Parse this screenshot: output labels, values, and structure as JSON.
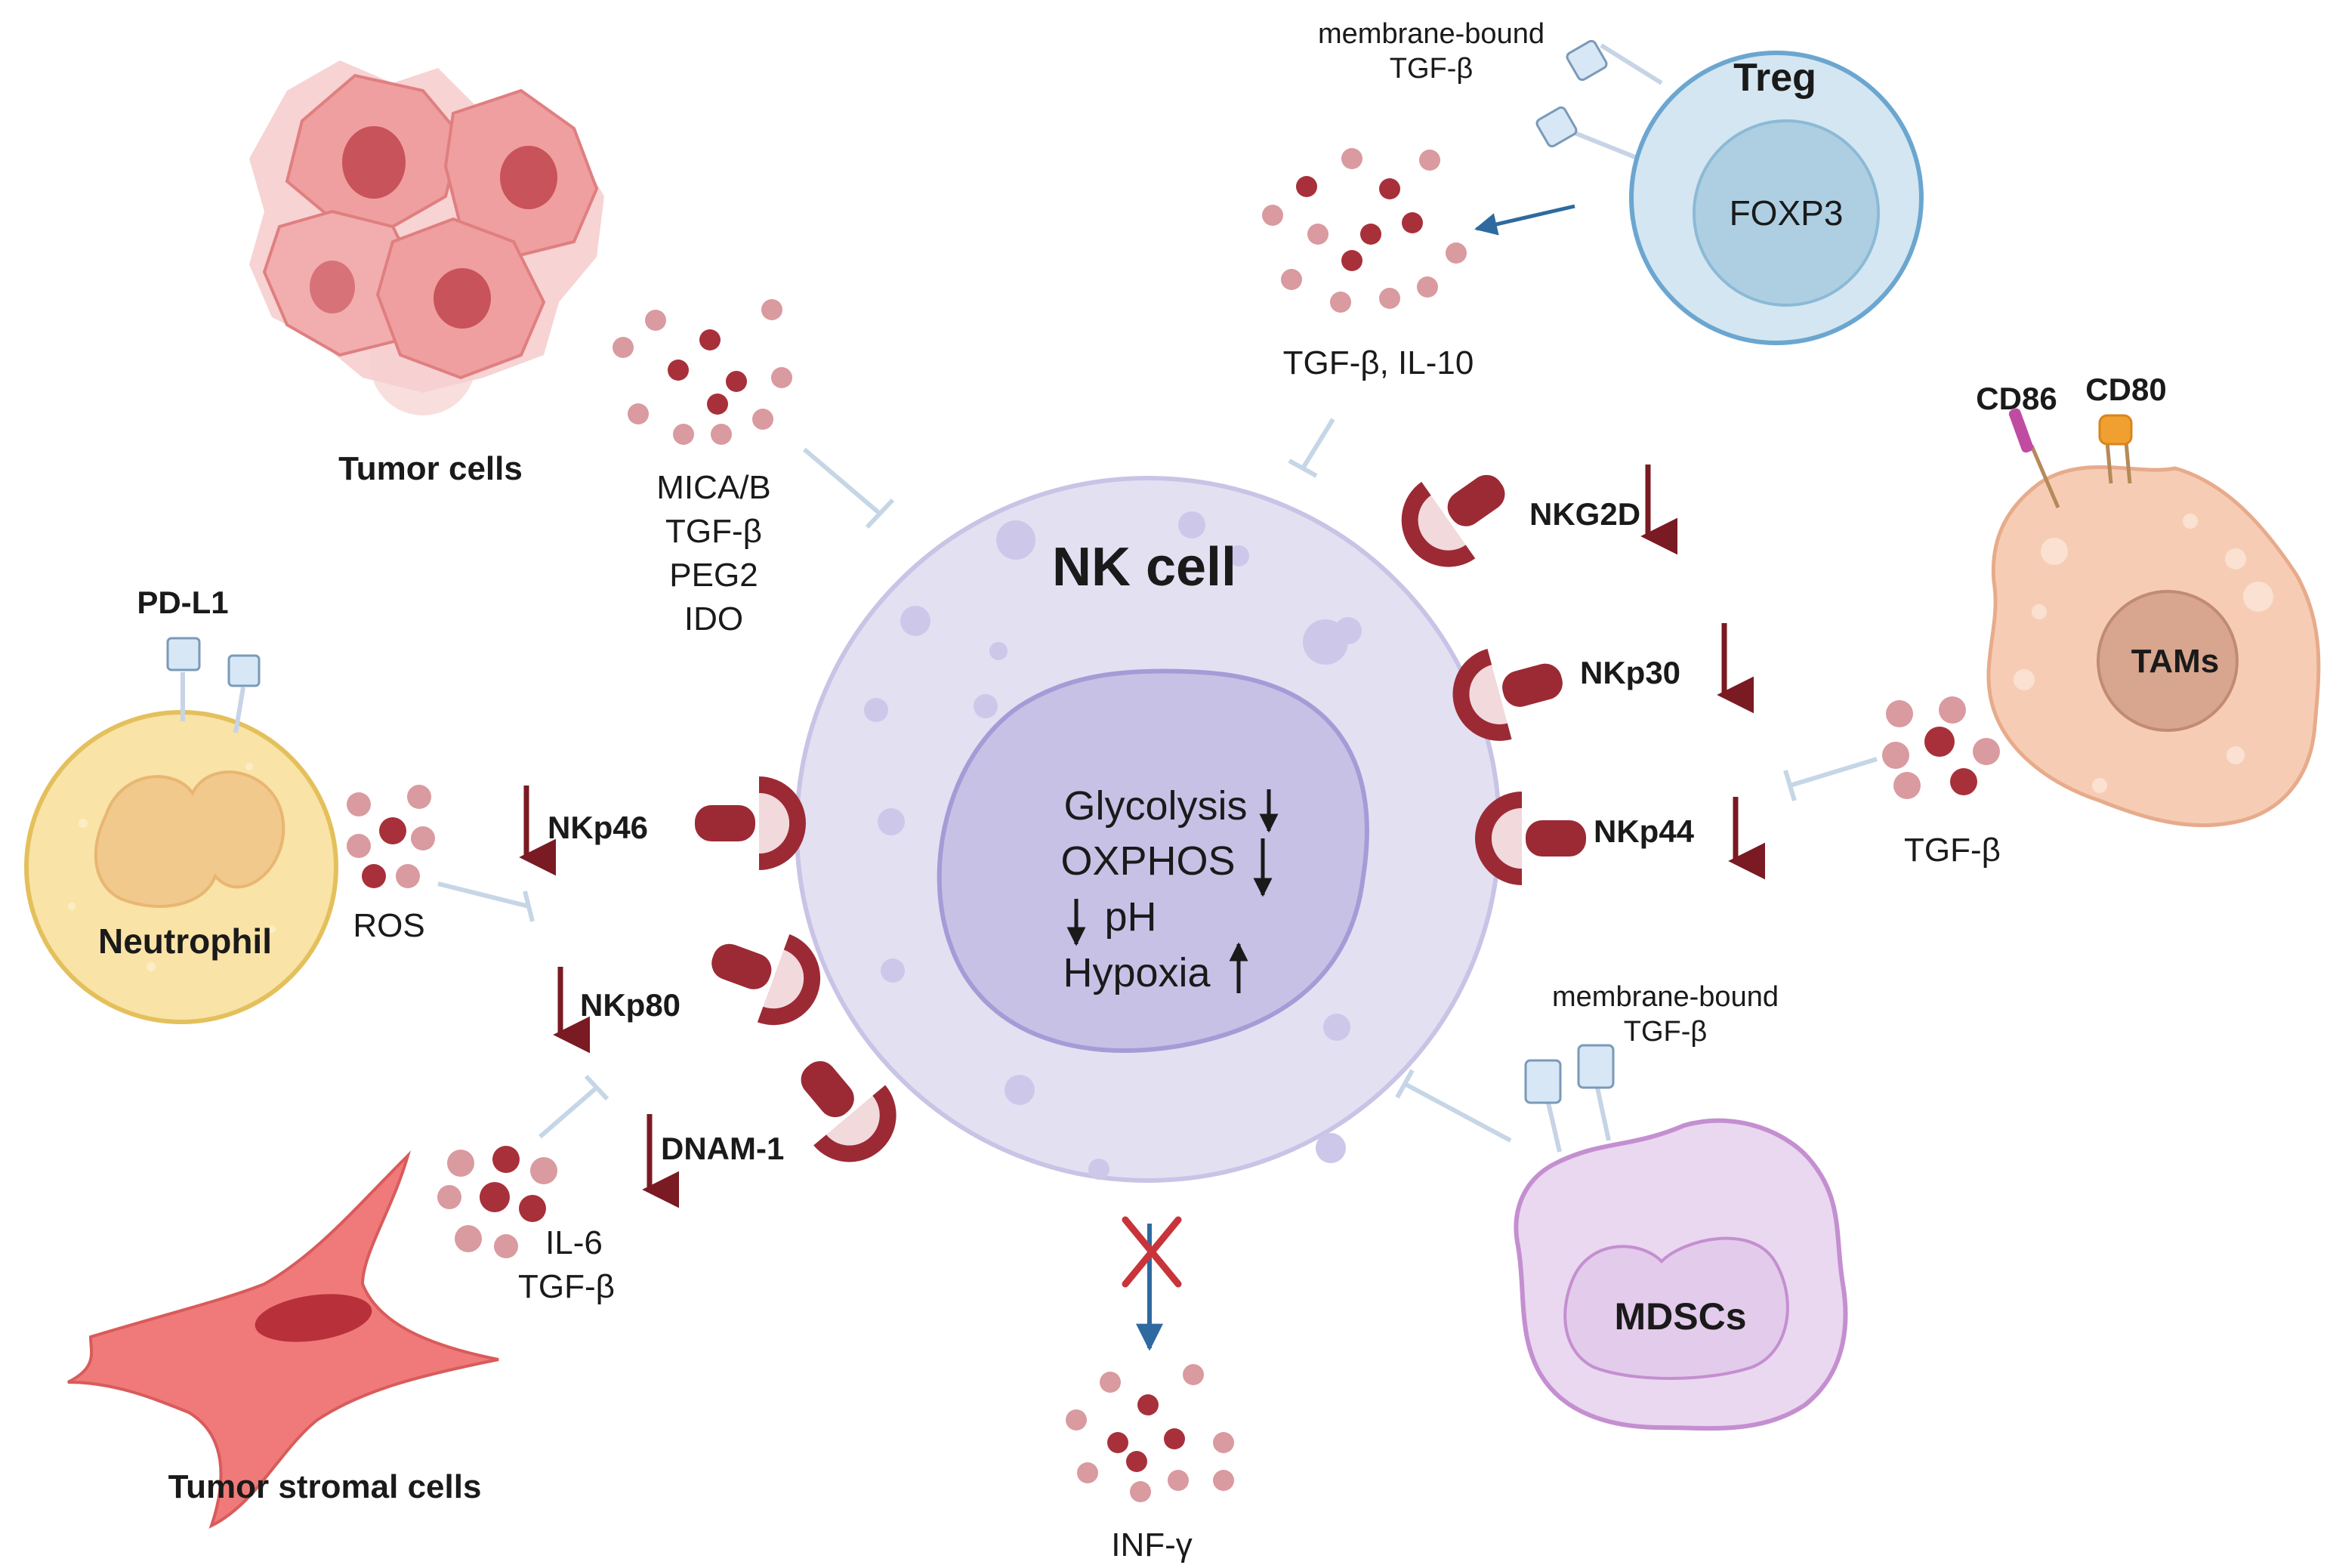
{
  "nk_cell": {
    "title": "NK cell",
    "metabolism": [
      "Glycolysis",
      "OXPHOS",
      "pH",
      "Hypoxia"
    ]
  },
  "cells": {
    "tumor": "Tumor cells",
    "neutrophil": "Neutrophil",
    "stromal": "Tumor stromal cells",
    "treg": "Treg",
    "treg_nucleus": "FOXP3",
    "tams": "TAMs",
    "mdscs": "MDSCs"
  },
  "markers": {
    "pdl1": "PD-L1",
    "cd86": "CD86",
    "cd80": "CD80"
  },
  "receptors": {
    "nkg2d": "NKG2D",
    "nkp30": "NKp30",
    "nkp44": "NKp44",
    "nkp46": "NKp46",
    "nkp80": "NKp80",
    "dnam1": "DNAM-1"
  },
  "factors": {
    "tumor": [
      "MICA/B",
      "TGF-β",
      "PEG2",
      "IDO"
    ],
    "treg": "TGF-β, IL-10",
    "treg_membrane": [
      "membrane-bound",
      "TGF-β"
    ],
    "neutrophil": "ROS",
    "stromal": [
      "IL-6",
      "TGF-β"
    ],
    "tams": "TGF-β",
    "mdscs_membrane": [
      "membrane-bound",
      "TGF-β"
    ],
    "output": "INF-γ"
  },
  "colors": {
    "nk_membrane": "#e3e0f2",
    "nk_nucleus": "#c7c1e6",
    "receptor": "#9b2a35",
    "down_arrow": "#7a1a22",
    "inhibition": "#c5d6e6",
    "cytokine_dark": "#a8303a",
    "cytokine_light": "#d99aa0",
    "treg": "#d4e6f1",
    "tams": "#f6cdb4",
    "neutrophil": "#f9e3a6",
    "mdscs": "#ead7f0",
    "stromal": "#f07a7a",
    "tumor": "#ef9f9f",
    "block_x": "#c8343a",
    "secretion_arrow": "#2e6aa0"
  }
}
